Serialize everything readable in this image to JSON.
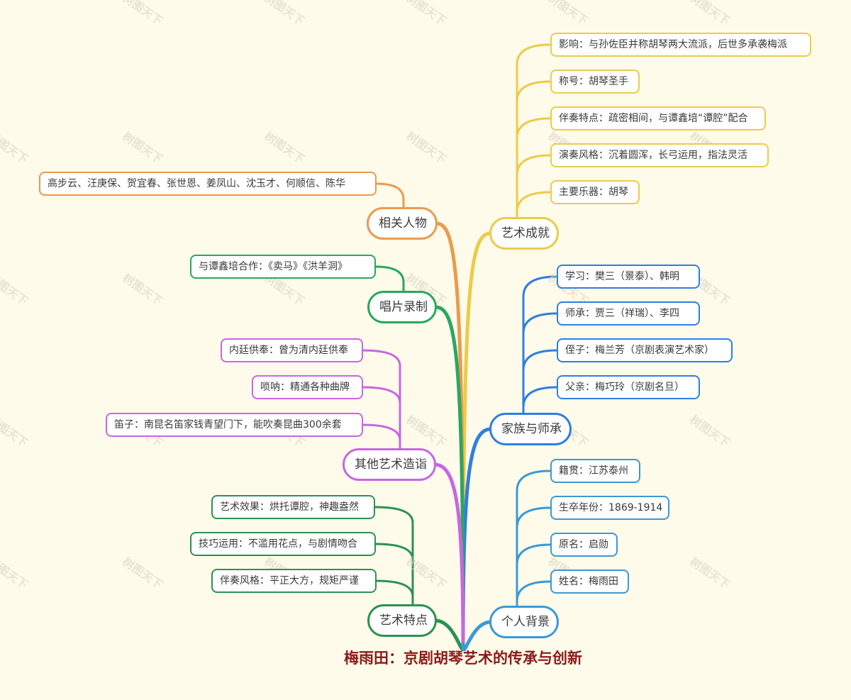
{
  "root": {
    "title": "梅雨田：京剧胡琴艺术的传承与创新"
  },
  "colors": {
    "yellow": "#eccb4a",
    "orange": "#ec9a4e",
    "green": "#2aa760",
    "blue": "#2f7fe0",
    "purple": "#c767e2",
    "darkgreen": "#2d9152",
    "skyblue": "#3b99d4"
  },
  "branches": [
    {
      "id": "art-achievement",
      "label": "艺术成就",
      "side": "right",
      "color": "yellow",
      "children": [
        "影响：与孙佐臣并称胡琴两大流派，后世多承袭梅派",
        "称号：胡琴圣手",
        "伴奏特点：疏密相间，与谭鑫培“谭腔”配合",
        "演奏风格：沉着圆浑，长弓运用，指法灵活",
        "主要乐器：胡琴"
      ]
    },
    {
      "id": "related-people",
      "label": "相关人物",
      "side": "left",
      "color": "orange",
      "children": [
        "高步云、汪庚保、贺宜春、张世恩、姜凤山、沈玉才、何顺信、陈华"
      ]
    },
    {
      "id": "family-lineage",
      "label": "家族与师承",
      "side": "right",
      "color": "blue",
      "children": [
        "学习：樊三（景泰）、韩明",
        "师承：贾三（祥瑞）、李四",
        "侄子：梅兰芳（京剧表演艺术家）",
        "父亲：梅巧玲（京剧名旦）"
      ]
    },
    {
      "id": "records",
      "label": "唱片录制",
      "side": "left",
      "color": "green",
      "children": [
        "与谭鑫培合作：《卖马》《洪羊洞》"
      ]
    },
    {
      "id": "other-skills",
      "label": "其他艺术造诣",
      "side": "left",
      "color": "purple",
      "children": [
        "内廷供奉：曾为清内廷供奉",
        "唢呐：精通各种曲牌",
        "笛子：南昆名笛家钱青望门下，能吹奏昆曲300余套"
      ]
    },
    {
      "id": "art-features",
      "label": "艺术特点",
      "side": "left",
      "color": "darkgreen",
      "children": [
        "艺术效果：烘托谭腔，神趣盎然",
        "技巧运用：不滥用花点，与剧情吻合",
        "伴奏风格：平正大方，规矩严谨"
      ]
    },
    {
      "id": "personal-background",
      "label": "个人背景",
      "side": "right",
      "color": "skyblue",
      "children": [
        "籍贯：江苏泰州",
        "生卒年份：1869-1914",
        "原名：启勋",
        "姓名：梅雨田"
      ]
    }
  ],
  "watermark": {
    "text": "树图天下"
  }
}
